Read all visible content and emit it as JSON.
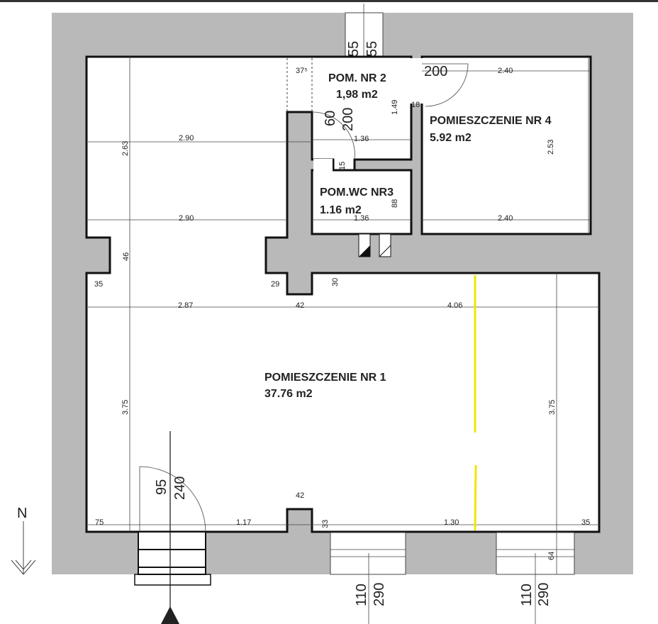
{
  "plan": {
    "north_label": "N",
    "rooms": [
      {
        "name": "POMIESZCZENIE NR 1",
        "area": "37.76 m2"
      },
      {
        "name": "POM. NR 2",
        "area": "1,98 m2"
      },
      {
        "name": "POM.WC NR3",
        "area": "1.16 m2"
      },
      {
        "name": "POMIESZCZENIE NR 4",
        "area": "5.92 m2"
      }
    ],
    "dimensions": [
      "55",
      "55",
      "37⁵",
      "200",
      "2.40",
      "1.49",
      "18",
      "60",
      "200",
      "1.36",
      "2.63",
      "2.90",
      "2.53",
      "15",
      "88",
      "1.36",
      "2.90",
      "2.40",
      "46",
      "35",
      "29",
      "30",
      "2.87",
      "42",
      "4.06",
      "3.75",
      "3.75",
      "95",
      "240",
      "42",
      "33",
      "75",
      "1.17",
      "1.30",
      "35",
      "64",
      "110",
      "290",
      "110",
      "290"
    ],
    "colors": {
      "wall": "#b9b9b9",
      "wall_outline": "#111111",
      "highlight": "#f2e600",
      "top_bar": "#333333"
    }
  }
}
